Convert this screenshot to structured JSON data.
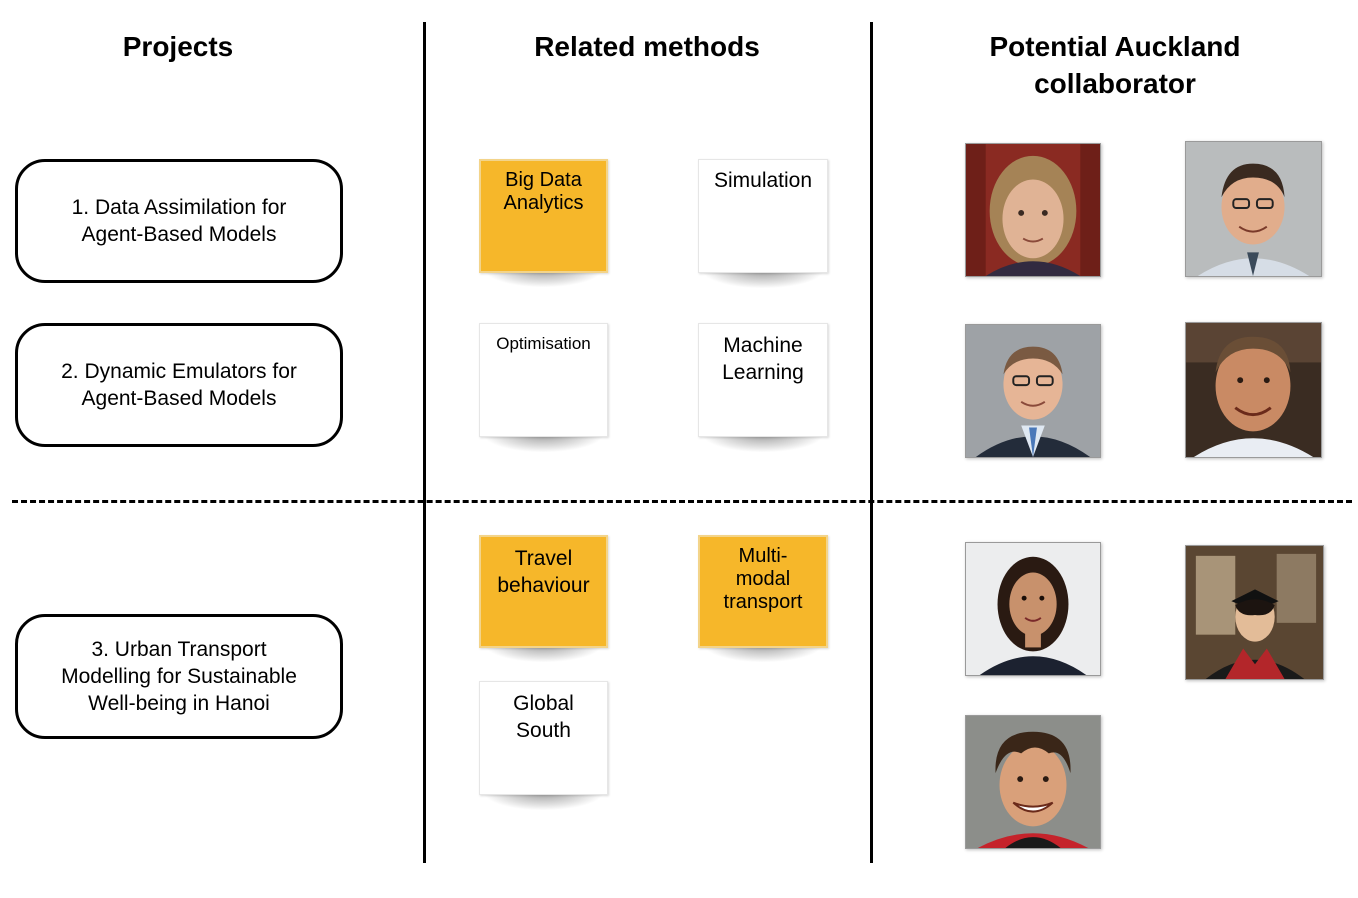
{
  "headings": {
    "projects": "Projects",
    "methods": "Related methods",
    "collaborators": "Potential Auckland\ncollaborator"
  },
  "projects": [
    "1. Data Assimilation for\nAgent-Based Models",
    "2. Dynamic Emulators for\nAgent-Based Models",
    "3. Urban Transport\nModelling for Sustainable\nWell-being in Hanoi"
  ],
  "methods": [
    {
      "label": "Big Data\nAnalytics",
      "color": "#f6b72a"
    },
    {
      "label": "Simulation",
      "color": "#ffffff"
    },
    {
      "label": "Optimisation",
      "color": "#ffffff"
    },
    {
      "label": "Machine\nLearning",
      "color": "#ffffff"
    },
    {
      "label": "Travel\nbehaviour",
      "color": "#f6b72a"
    },
    {
      "label": "Multi-\nmodal\ntransport",
      "color": "#f6b72a"
    },
    {
      "label": "Global\nSouth",
      "color": "#ffffff"
    }
  ],
  "collaborator_photos": [
    "portrait-photo-1",
    "portrait-photo-2",
    "portrait-photo-3",
    "portrait-photo-4",
    "portrait-photo-5",
    "portrait-photo-6",
    "portrait-photo-7"
  ]
}
